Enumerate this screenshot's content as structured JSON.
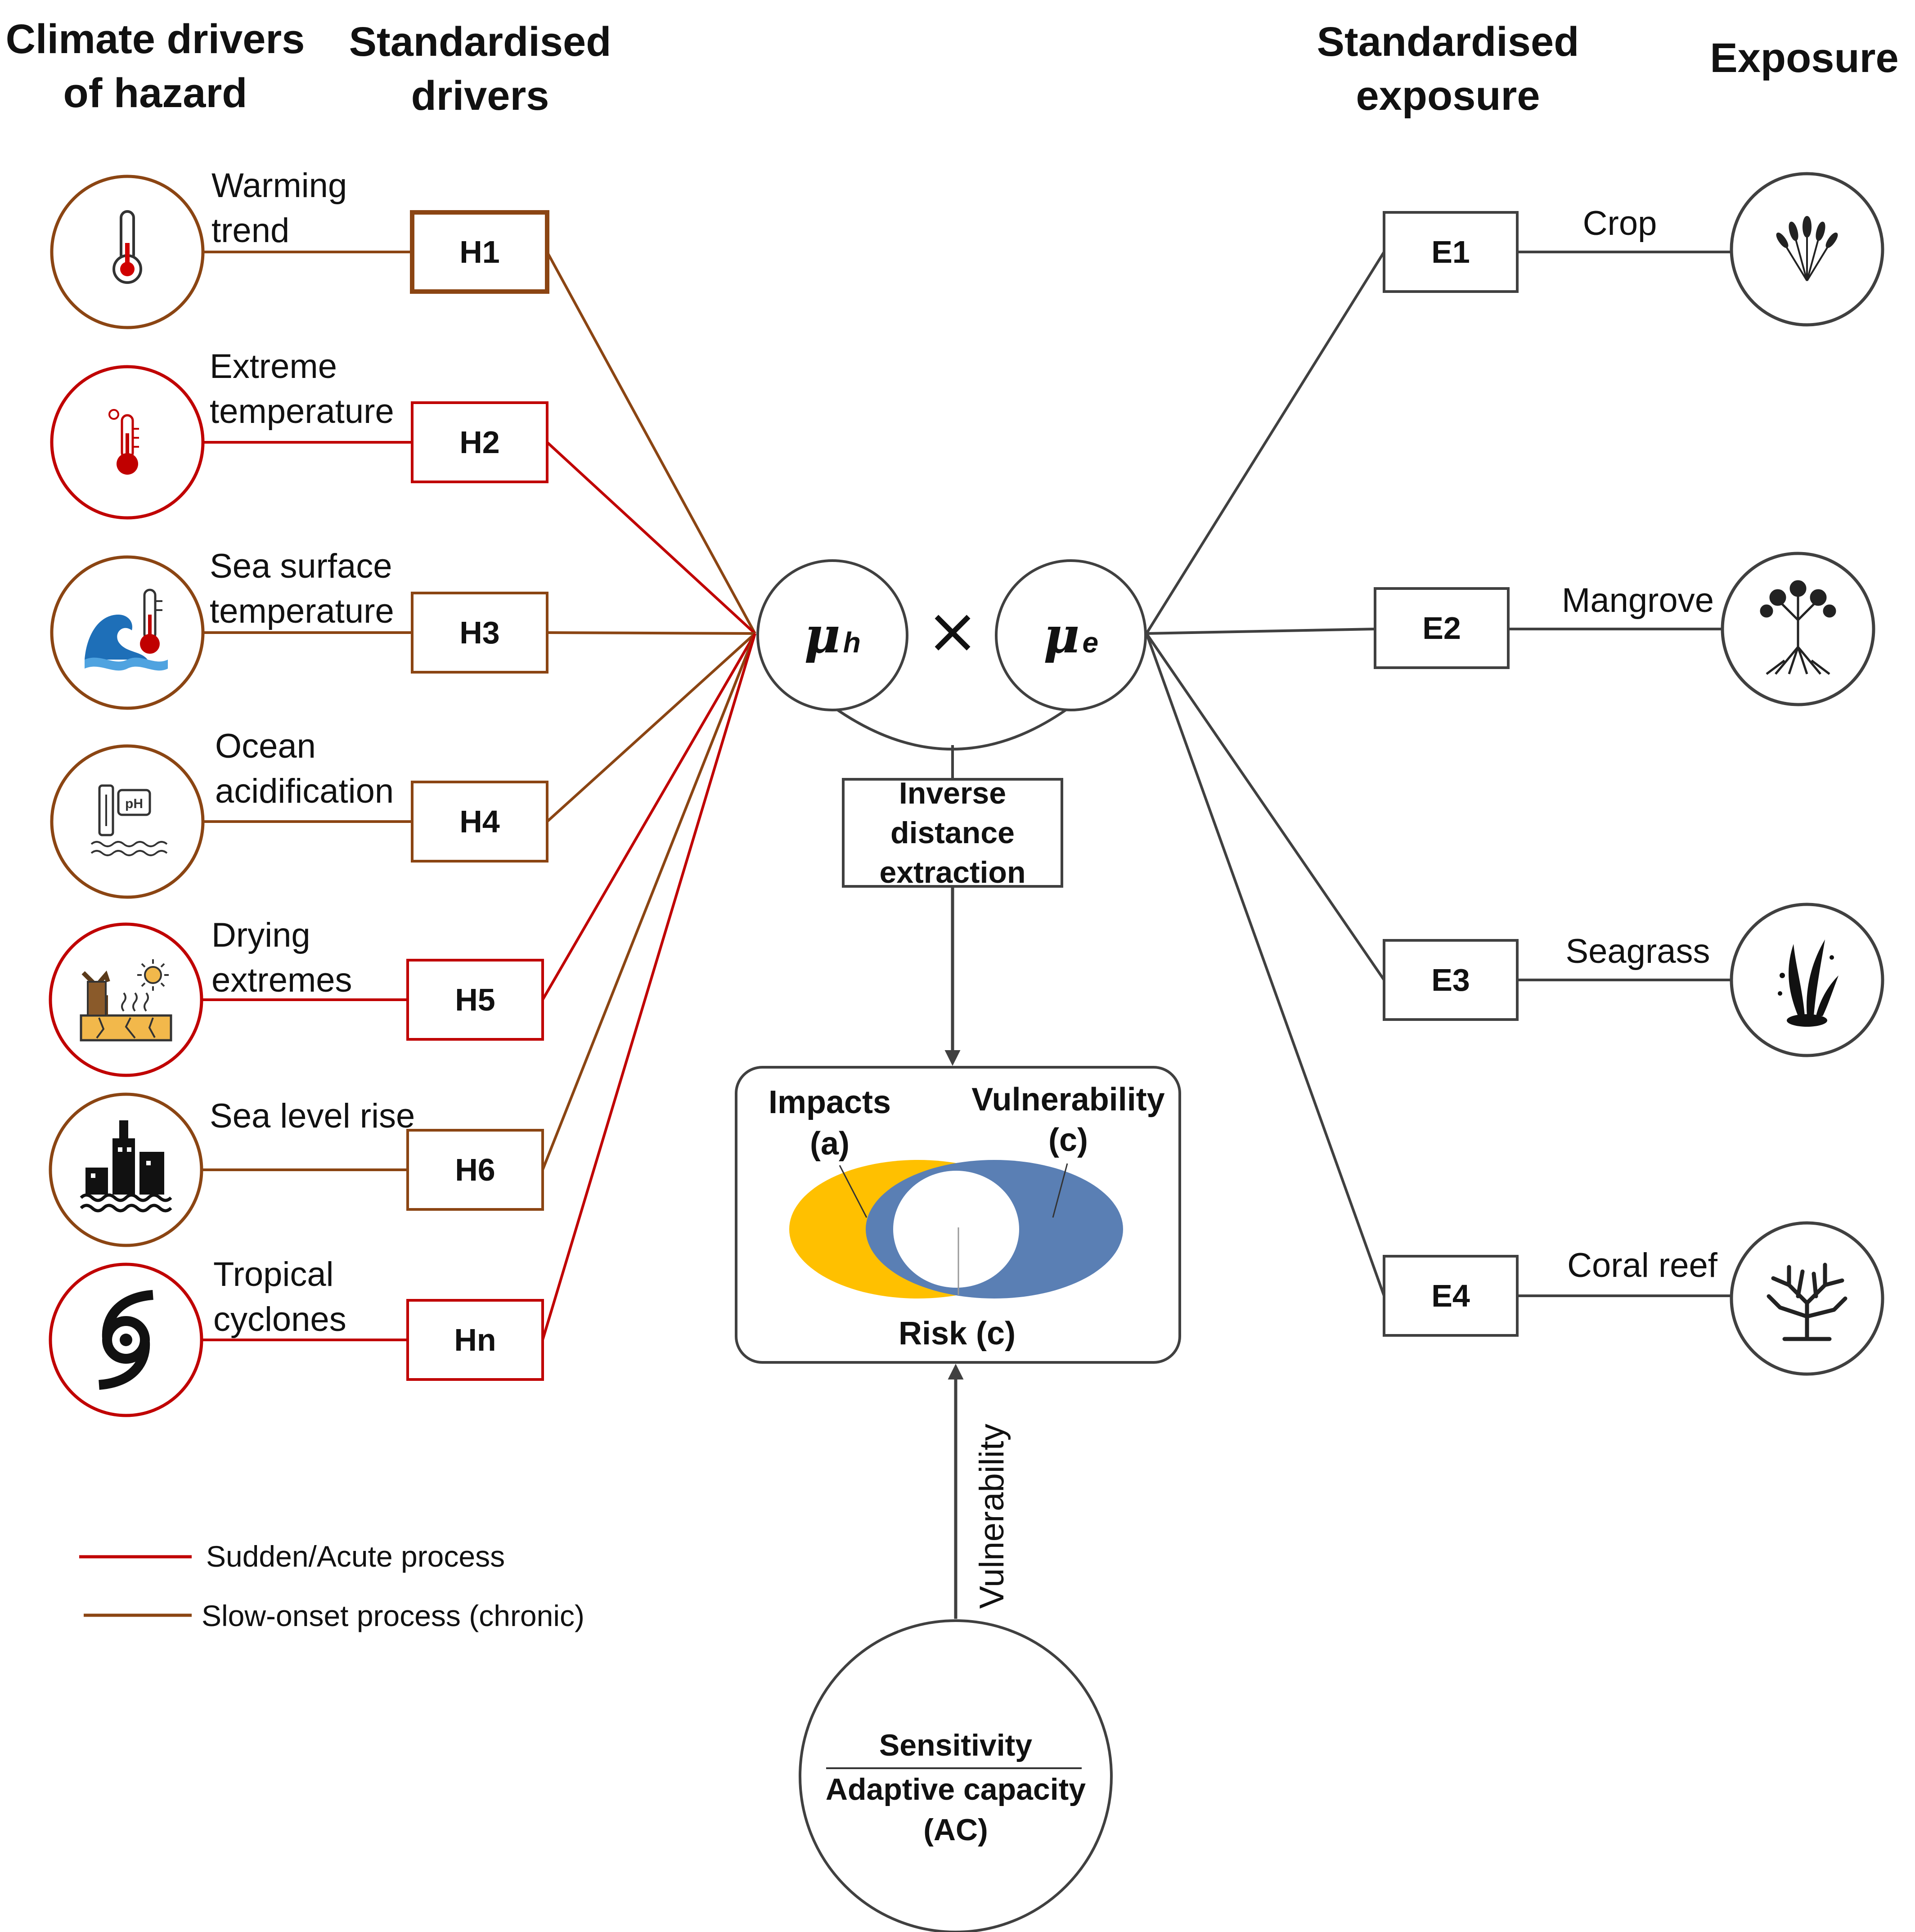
{
  "headers": {
    "climate_drivers": [
      "Climate drivers",
      "of hazard"
    ],
    "standardised_drivers": [
      "Standardised",
      "drivers"
    ],
    "standardised_exposure": [
      "Standardised",
      "exposure"
    ],
    "exposure": "Exposure"
  },
  "hazards": [
    {
      "id": "H1",
      "label": [
        "Warming",
        "trend"
      ],
      "process": "slow",
      "icon": "thermometer-icon"
    },
    {
      "id": "H2",
      "label": [
        "Extreme",
        "temperature"
      ],
      "process": "acute",
      "icon": "hot-thermometer-icon"
    },
    {
      "id": "H3",
      "label": [
        "Sea surface",
        "temperature"
      ],
      "process": "slow",
      "icon": "wave-thermometer-icon"
    },
    {
      "id": "H4",
      "label": [
        "Ocean",
        "acidification"
      ],
      "process": "slow",
      "icon": "ph-meter-icon"
    },
    {
      "id": "H5",
      "label": [
        "Drying",
        "extremes"
      ],
      "process": "acute",
      "icon": "drought-icon"
    },
    {
      "id": "H6",
      "label": [
        "Sea level rise"
      ],
      "process": "slow",
      "icon": "flooded-city-icon"
    },
    {
      "id": "Hn",
      "label": [
        "Tropical",
        "cyclones"
      ],
      "process": "acute",
      "icon": "cyclone-icon"
    }
  ],
  "exposures": [
    {
      "id": "E1",
      "label": "Crop",
      "icon": "wheat-icon"
    },
    {
      "id": "E2",
      "label": "Mangrove",
      "icon": "mangrove-tree-icon"
    },
    {
      "id": "E3",
      "label": "Seagrass",
      "icon": "seagrass-icon"
    },
    {
      "id": "E4",
      "label": "Coral reef",
      "icon": "coral-icon"
    }
  ],
  "center": {
    "mu_h": {
      "symbol": "μ",
      "sub": "h"
    },
    "mu_e": {
      "symbol": "μ",
      "sub": "e"
    },
    "multiply": "×",
    "ide": [
      "Inverse",
      "distance",
      "extraction"
    ]
  },
  "risk_box": {
    "impacts": [
      "Impacts",
      "(a)"
    ],
    "vulnerability": [
      "Vulnerability",
      "(c)"
    ],
    "risk": "Risk (c)"
  },
  "vulnerability_arrow_label": "Vulnerability",
  "bottom_circle": {
    "numerator": "Sensitivity",
    "denominator": [
      "Adaptive capacity",
      "(AC)"
    ]
  },
  "legend": [
    {
      "label": "Sudden/Acute process",
      "color": "#c00000"
    },
    {
      "label": "Slow-onset process (chronic)",
      "color": "#8b4513"
    }
  ],
  "colors": {
    "acute": "#c00000",
    "slow": "#8b4513",
    "exposure_line": "#404040",
    "impacts": "#ffc000",
    "vulnerability": "#5a7fb4"
  }
}
